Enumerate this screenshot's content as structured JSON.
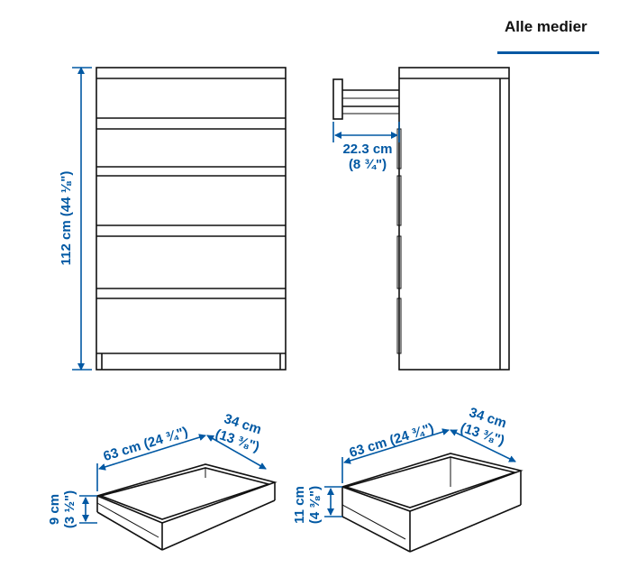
{
  "header": {
    "media_tab_label": "Alle medier"
  },
  "dimensions": {
    "height": "112 cm (44 ⅛\")",
    "drawer_extension_cm": "22.3 cm",
    "drawer_extension_in": "(8 ¾\")",
    "small_drawer_width": "63 cm (24 ¾\")",
    "small_drawer_depth_cm": "34 cm",
    "small_drawer_depth_in": "(13 ⅜\")",
    "small_drawer_height_cm": "9 cm",
    "small_drawer_height_in": "(3 ½\")",
    "large_drawer_width": "63 cm (24 ¾\")",
    "large_drawer_depth_cm": "34 cm",
    "large_drawer_depth_in": "(13 ⅜\")",
    "large_drawer_height_cm": "11 cm",
    "large_drawer_height_in": "(4 ⅜\")"
  },
  "colors": {
    "dimension": "#0058a3",
    "line": "#111111",
    "tab_underline": "#0058a3"
  }
}
